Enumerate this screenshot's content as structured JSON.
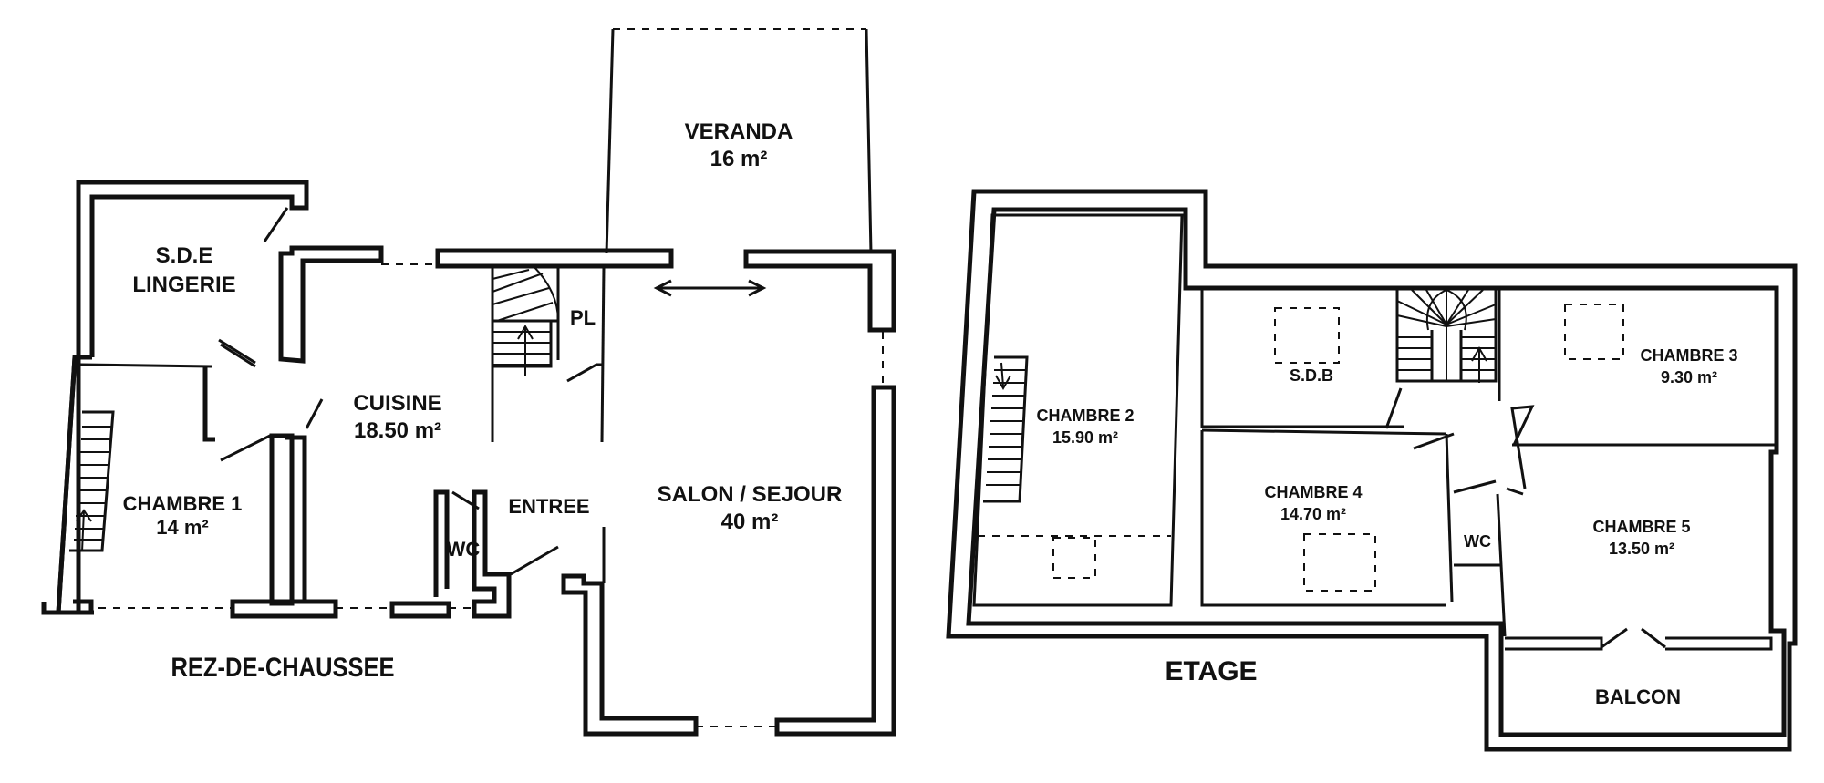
{
  "ground_floor": {
    "title": "REZ-DE-CHAUSSEE",
    "rooms": {
      "veranda": {
        "name": "VERANDA",
        "area": "16 m²"
      },
      "sde": {
        "name": "S.D.E",
        "sub": "LINGERIE"
      },
      "cuisine": {
        "name": "CUISINE",
        "area": "18.50 m²"
      },
      "pl": {
        "name": "PL"
      },
      "chambre1": {
        "name": "CHAMBRE 1",
        "area": "14 m²"
      },
      "entree": {
        "name": "ENTREE"
      },
      "wc": {
        "name": "WC"
      },
      "salon": {
        "name": "SALON / SEJOUR",
        "area": "40 m²"
      }
    }
  },
  "upper_floor": {
    "title": "ETAGE",
    "rooms": {
      "chambre2": {
        "name": "CHAMBRE 2",
        "area": "15.90 m²"
      },
      "sdb": {
        "name": "S.D.B"
      },
      "chambre3": {
        "name": "CHAMBRE 3",
        "area": "9.30 m²"
      },
      "chambre4": {
        "name": "CHAMBRE 4",
        "area": "14.70 m²"
      },
      "wc": {
        "name": "WC"
      },
      "chambre5": {
        "name": "CHAMBRE 5",
        "area": "13.50 m²"
      },
      "balcon": {
        "name": "BALCON"
      }
    }
  }
}
